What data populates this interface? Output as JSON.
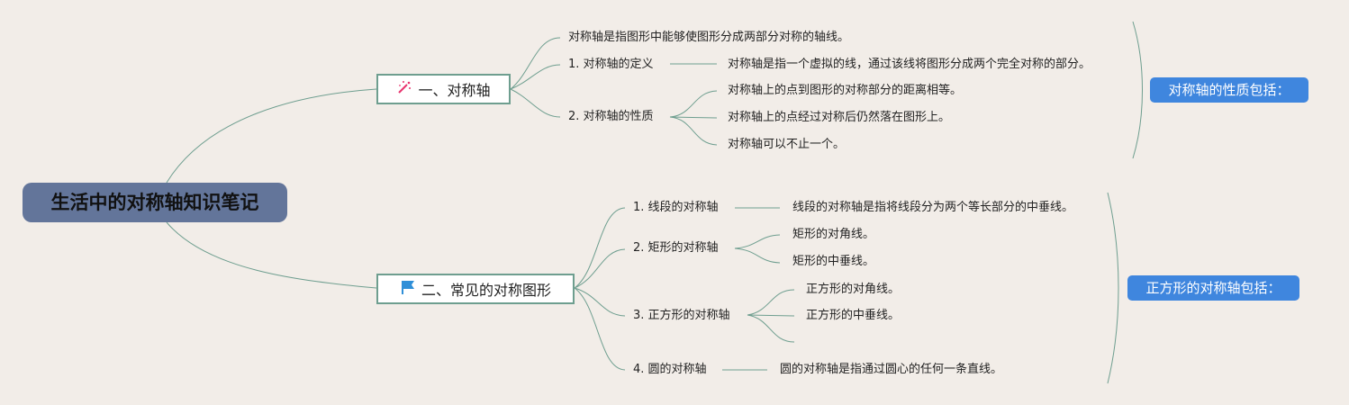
{
  "root": {
    "title": "生活中的对称轴知识笔记"
  },
  "branch1": {
    "label": "一、对称轴",
    "icon": "magic-wand-icon",
    "definition_line": "对称轴是指图形中能够使图形分成两部分对称的轴线。",
    "items": [
      {
        "label": "1. 对称轴的定义",
        "details": [
          "对称轴是指一个虚拟的线，通过该线将图形分成两个完全对称的部分。"
        ]
      },
      {
        "label": "2. 对称轴的性质",
        "details": [
          "对称轴上的点到图形的对称部分的距离相等。",
          "对称轴上的点经过对称后仍然落在图形上。",
          "对称轴可以不止一个。"
        ]
      }
    ],
    "summary_note": "对称轴的性质包括："
  },
  "branch2": {
    "label": "二、常见的对称图形",
    "icon": "flag-icon",
    "items": [
      {
        "label": "1. 线段的对称轴",
        "details": [
          "线段的对称轴是指将线段分为两个等长部分的中垂线。"
        ]
      },
      {
        "label": "2. 矩形的对称轴",
        "details": [
          "矩形的对角线。",
          "矩形的中垂线。"
        ]
      },
      {
        "label": "3. 正方形的对称轴",
        "details": [
          "正方形的对角线。",
          "正方形的中垂线。",
          ""
        ]
      },
      {
        "label": "4. 圆的对称轴",
        "details": [
          "圆的对称轴是指通过圆心的任何一条直线。"
        ]
      }
    ],
    "summary_note": "正方形的对称轴包括："
  },
  "colors": {
    "line": "#6e9e8f",
    "root_bg": "#63759a",
    "note_bg": "#3f86de",
    "background": "#f2ede8",
    "wand": "#e8336d",
    "flag": "#2f8fd8"
  }
}
